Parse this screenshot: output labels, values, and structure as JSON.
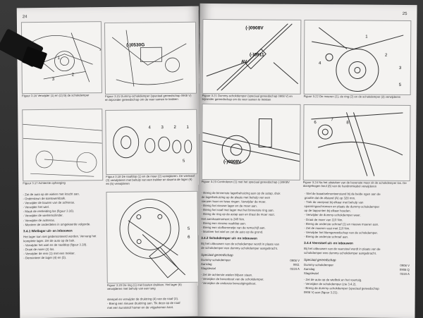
{
  "left_page": {
    "page_number": "24",
    "captions": {
      "fig_top": "Figuur 3.16 Verwijder (1) en (2) bij de schokdemper",
      "fig_mid": "Figuur 3.17 Achterste ophanging",
      "fig_hub": "Figuur 3.18 De naafdop (1) en de moer (2) verwijderen. De wielnaaf (3) verwijderen met behulp van een trekker en daarna de lager (4) en (5) verwijderen",
      "fig_drum": "Figuur 3.20 De ring (1) met bouten drukken. Het lager (6) verwijderen met behulp van een tang"
    },
    "hub_numbers": [
      "1",
      "2",
      "3",
      "4",
      "5"
    ],
    "drum_numbers": [
      "5",
      "6"
    ],
    "top_numbers": [
      "1",
      "2",
      "3"
    ],
    "body_lines": [
      "- Zet de auto op de wielen met kracht aan.",
      "- Ondersteun de koetswerkbalk.",
      "- Verwijder de bouten van de achteras.",
      "- Verwijder het wiel.",
      "- Maak de remleiding los (figuur 3.16).",
      "- Verwijder de wielremcilinder.",
      "- Verwijder de achteras.",
      "- Monteer de onderdelen in omgekeerde volgorde."
    ],
    "section_title": "3.4.1 Wiellager uit- en inbouwen",
    "section_lines": [
      "Het lager kan niet gedemonteerd worden. Vervang het",
      "komplete lager. Zet de auto op de bok.",
      "- Verwijder het wiel en de naafdop (figuur 3.18).",
      "- Draai de moer (2) los.",
      "- Verwijder de rem (1) met een trekker.",
      "- Demonteer de lager (4) en (5)."
    ],
    "bottom_lines": [
      "stempel en verwijder de druktring (4) van de naaf (3).",
      "- Breng een nieuwe druktring aan. Tik deze op de naaf",
      "  met een kunststof hamer en de vrijgekomen kant."
    ]
  },
  "right_page": {
    "page_number": "25",
    "tool_labels": {
      "tool_1": "(-)0908V",
      "tool_2": "(-)0911",
      "tool_3": "(-)0530G",
      "tool_4": "(-)0908V",
      "tool_5": "AV"
    },
    "captions": {
      "fig_a": "Figuur 3.21 Dummy-schokdemper (speciaal gereedschap 0908 V) en bijzonder gereedschap om de veer samen te trekken",
      "fig_b": "Figuur 3.22 De moeren (1), de ring (2) en de schokdemper (3) verwijderen",
      "fig_c": "Figuur 3.23 Controleren (1) met het speciaal gereedschap (-)0908V",
      "fig_d": "Figuur 3.24 Na het uitsteken van de bovenste moer zit de schokdemper los. De doorgebogen bout (8) van de handremkabel verwijderen"
    },
    "fig_numbers_b": [
      "1",
      "2",
      "3",
      "4",
      "5"
    ],
    "fig_numbers_d": [
      "6",
      "7",
      "8"
    ],
    "col1_lines": [
      "- Breng de binnenste lagerbehuizing aan op de astap, druk",
      "  de lagerbehuizing op de plaats met behulp van een",
      "  nieuwe moer en twee ringen. Verwijder de moer.",
      "- Breng het nieuwe lager en de moer aan.",
      "- Breng het naaf met lager met het binnenste ring aan.",
      "- Breng de ring op de astap aan en draai de moer vast.",
      "  Het aandraaimoment is 240 Nm.",
      "- Breng een nieuwe naafdop aan.",
      "- Breng een stofkommetje van de remschijf aan.",
      "- Monteer het wiel en zet de auto op de grond."
    ],
    "col1_title": "3.4.2 Schokdemper uit- en inbouwen",
    "col1_intro": [
      "Bij het uitbouwen van de schokdemper wordt in plaats van",
      "de schokdemper een dummy-schokdemper aangebracht."
    ],
    "col1_tools_title": "Speciaal gereedschap",
    "tools": [
      {
        "name": "Dummy-schokdemper",
        "code": "0908 V"
      },
      {
        "name": "Aanslag",
        "code": "0911"
      },
      {
        "name": "Slagsleutel",
        "code": "0316 A"
      }
    ],
    "col1_end": [
      "- Zet de achterste wielen blijven staan.",
      "- Verwijder de bovenbout van de schokdemper.",
      "- Verwijder de onderste bevestigingsbout."
    ],
    "col2_lines": [
      "- Stel de baaatselmonteerstand bij de beide ogen aan de",
      "  grootte dat de afstand (A) op 328 mm.",
      "- Trek de veerpoot bij elkaar met behulp van",
      "  spanningsschroeven en plaats de dummy-schokdemper",
      "  op de tappunten bij elkaar houden.",
      "- Verwijder de dummy-schokdemper weer.",
      "- Draai de moer van 110 Nm.",
      "- Breng de onderste schroef (1) en nieuwe moeren aan.",
      "- Zet de moeren vast met 110 Nm.",
      "- Verwijder het klemgereedschap van de schokdemper.",
      "- Breng de onderste schroef aan."
    ],
    "col2_title": "3.4.4 Veerstoel uit- en inbouwen",
    "col2_intro": [
      "Bij het uitbouwen van de veerstoel wordt in plaats van de",
      "schokdemper een dummy-schokdemper aangebracht."
    ],
    "col2_tools_title": "Speciaal gereedschap",
    "tools2": [
      {
        "name": "Dummy-schokdemper",
        "code": "0908 V"
      },
      {
        "name": "Aanslag",
        "code": "0908 Q"
      },
      {
        "name": "Slagsleutel",
        "code": "0316 A"
      }
    ],
    "col2_end": [
      "- Zet de auto op de wielbok en het voertuig.",
      "- Verwijder de schokdemper (zie 3.4.2).",
      "- Breng de dummy-schokdemper (speciaal gereedschap",
      "  0908 V) aan (figuur 3.21)."
    ]
  },
  "colors": {
    "paper": "#eeeceb",
    "ink": "#222222",
    "background": "#2b2b2b"
  }
}
